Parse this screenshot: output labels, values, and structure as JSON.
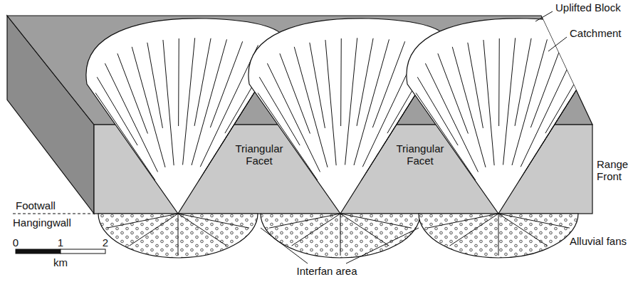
{
  "diagram": {
    "nodes": [
      {
        "text": [
          "Triangular Facet"
        ]
      },
      {
        "text": [
          "Triangular Facet"
        ]
      }
    ],
    "labels": [
      "Uplifted Block",
      "Catchment",
      "Range Front",
      "Footwall",
      "Hangingwall",
      "Interfan area",
      "Alluvial fans",
      "0",
      "1",
      "2",
      "km"
    ]
  }
}
